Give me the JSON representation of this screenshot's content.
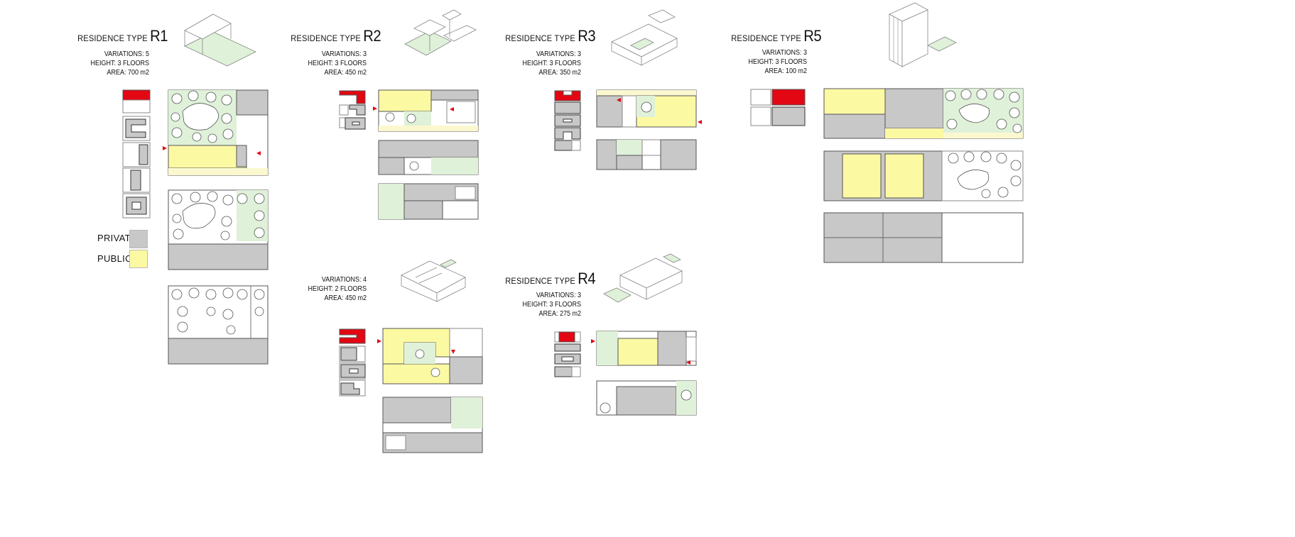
{
  "legend": {
    "private_label": "PRIVATE",
    "public_label": "PUBLIC",
    "private_color": "#c8c8c8",
    "public_color": "#fcf9a3",
    "highlight_color": "#e30613",
    "garden_color": "#dff1d8"
  },
  "r1": {
    "title_prefix": "RESIDENCE TYPE",
    "title_code": "R1",
    "variations": "VARIATIONS: 5",
    "height": "HEIGHT: 3 FLOORS",
    "area": "AREA: 700 m2"
  },
  "r2": {
    "title_prefix": "RESIDENCE TYPE",
    "title_code": "R2",
    "variations": "VARIATIONS: 3",
    "height": "HEIGHT: 3 FLOORS",
    "area": "AREA: 450 m2"
  },
  "r2b": {
    "variations": "VARIATIONS: 4",
    "height": "HEIGHT: 2 FLOORS",
    "area": "AREA: 450 m2"
  },
  "r3": {
    "title_prefix": "RESIDENCE TYPE",
    "title_code": "R3",
    "variations": "VARIATIONS: 3",
    "height": "HEIGHT: 3 FLOORS",
    "area": "AREA: 350 m2"
  },
  "r4": {
    "title_prefix": "RESIDENCE TYPE",
    "title_code": "R4",
    "variations": "VARIATIONS: 3",
    "height": "HEIGHT: 3 FLOORS",
    "area": "AREA: 275 m2"
  },
  "r5": {
    "title_prefix": "RESIDENCE TYPE",
    "title_code": "R5",
    "variations": "VARIATIONS: 3",
    "height": "HEIGHT: 3 FLOORS",
    "area": "AREA: 100 m2"
  }
}
